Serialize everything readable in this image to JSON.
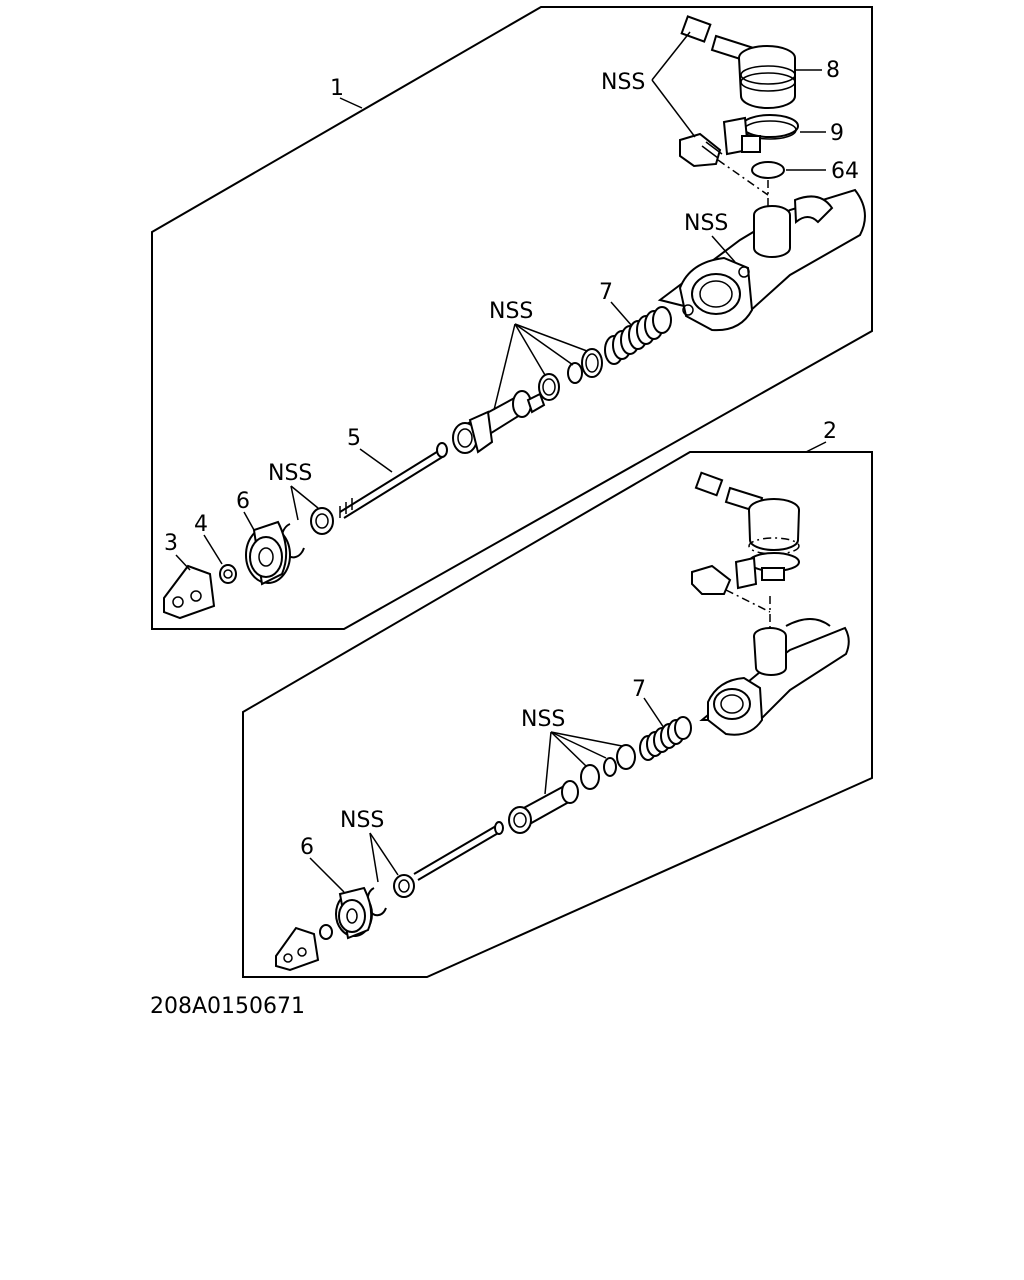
{
  "figure_id": "208A0150671",
  "assemblies": [
    {
      "callout": "1",
      "labels": {
        "nss_top": "NSS",
        "nss_body": "NSS",
        "nss_seals": "NSS",
        "nss_front": "NSS",
        "p3": "3",
        "p4": "4",
        "p5": "5",
        "p6": "6",
        "p7": "7",
        "p8": "8",
        "p9": "9",
        "p64": "64"
      }
    },
    {
      "callout": "2",
      "labels": {
        "nss_seals": "NSS",
        "nss_front": "NSS",
        "p6": "6",
        "p7": "7"
      }
    }
  ]
}
